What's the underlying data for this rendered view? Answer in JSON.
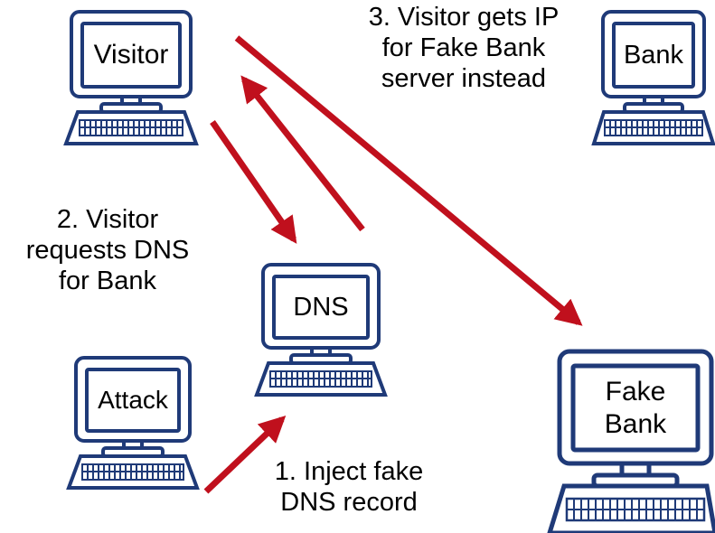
{
  "computers": {
    "visitor": {
      "label": "Visitor"
    },
    "bank": {
      "label": "Bank"
    },
    "dns": {
      "label": "DNS"
    },
    "attack": {
      "label": "Attack"
    },
    "fake_bank": {
      "label": "Fake\nBank"
    }
  },
  "captions": {
    "step1": "1. Inject fake\nDNS record",
    "step2": "2. Visitor\nrequests DNS\nfor Bank",
    "step3": "3. Visitor gets IP\nfor Fake Bank\nserver instead"
  },
  "colors": {
    "outline": "#1f3a78",
    "arrow": "#c0101d",
    "screen_fill": "#ffffff"
  }
}
